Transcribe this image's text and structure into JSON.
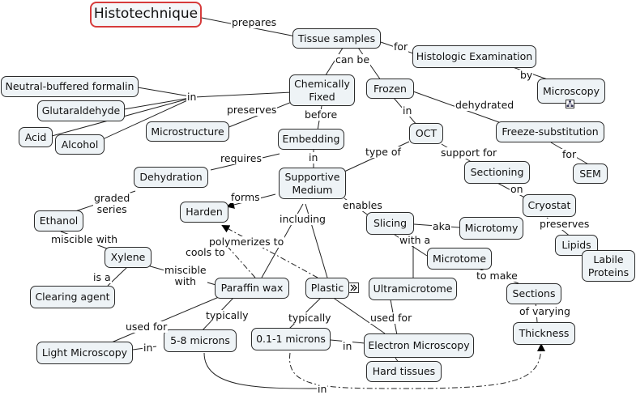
{
  "nodes": {
    "histotechnique": "Histotechnique",
    "tissue_samples": "Tissue samples",
    "histologic_examination": "Histologic Examination",
    "microscopy": "Microscopy",
    "neutral_buffered_formalin": "Neutral-buffered formalin",
    "glutaraldehyde": "Glutaraldehyde",
    "acid": "Acid",
    "alcohol": "Alcohol",
    "chemically_fixed": "Chemically\nFixed",
    "frozen": "Frozen",
    "microstructure": "Microstructure",
    "embedding": "Embedding",
    "oct": "OCT",
    "freeze_substitution": "Freeze-substitution",
    "sem": "SEM",
    "dehydration": "Dehydration",
    "supportive_medium": "Supportive\nMedium",
    "sectioning": "Sectioning",
    "cryostat": "Cryostat",
    "ethanol": "Ethanol",
    "harden": "Harden",
    "slicing": "Slicing",
    "microtomy": "Microtomy",
    "lipids": "Lipids",
    "labile_proteins": "Labile\nProteins",
    "xylene": "Xylene",
    "microtome": "Microtome",
    "clearing_agent": "Clearing agent",
    "paraffin_wax": "Paraffin wax",
    "plastic": "Plastic",
    "ultramicrotome": "Ultramicrotome",
    "sections": "Sections",
    "thickness": "Thickness",
    "light_microscopy": "Light Microscopy",
    "five_eight_microns": "5-8 microns",
    "point1_1_microns": "0.1-1 microns",
    "electron_microscopy": "Electron Microscopy",
    "hard_tissues": "Hard tissues"
  },
  "links": {
    "prepares": "prepares",
    "for": "for",
    "can_be": "can be",
    "by": "by",
    "in_fixatives": "in",
    "preserves": "preserves",
    "before": "before",
    "in_frozen": "in",
    "dehydrated": "dehydrated",
    "requires": "requires",
    "in_embedding": "in",
    "type_of": "type of",
    "support_for": "support for",
    "for_sem": "for",
    "graded_series": "graded\nseries",
    "forms": "forms",
    "on": "on",
    "including": "including",
    "enables": "enables",
    "aka": "aka",
    "preserves_lipids": "preserves",
    "miscible_with_1": "miscible with",
    "polymerizes_to": "polymerizes to",
    "with_a": "with a",
    "cools_to": "cools to",
    "miscible_with_2": "miscible\nwith",
    "to_make": "to make",
    "is_a": "is a",
    "of_varying": "of varying",
    "typically_1": "typically",
    "typically_2": "typically",
    "used_for_1": "used for",
    "used_for_2": "used for",
    "in_light": "in",
    "in_electron": "in",
    "in_bottom": "in"
  }
}
